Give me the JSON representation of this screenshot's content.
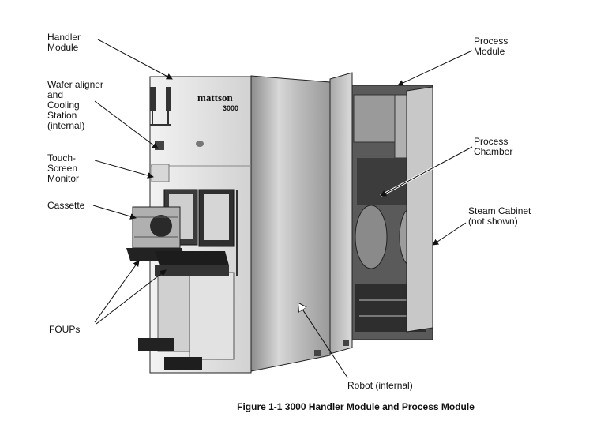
{
  "figure": {
    "caption": "Figure 1-1 3000 Handler Module and Process Module",
    "brand_logo_text": "mattson",
    "model_text": "3000",
    "labels": {
      "handler_module": "Handler\nModule",
      "wafer_aligner": "Wafer aligner\nand\nCooling\nStation\n(internal)",
      "touch_screen": "Touch-\nScreen\nMonitor",
      "cassette": "Cassette",
      "foups": "FOUPs",
      "process_module": "Process\nModule",
      "process_chamber": "Process\nChamber",
      "steam_cabinet": "Steam Cabinet\n(not shown)",
      "robot": "Robot (internal)"
    }
  },
  "colors": {
    "line": "#111111",
    "cabinet_light": "#e6e6e6",
    "cabinet_mid": "#bdbdbd",
    "cabinet_dark": "#7a7a7a",
    "interior": "#4a4a4a"
  }
}
